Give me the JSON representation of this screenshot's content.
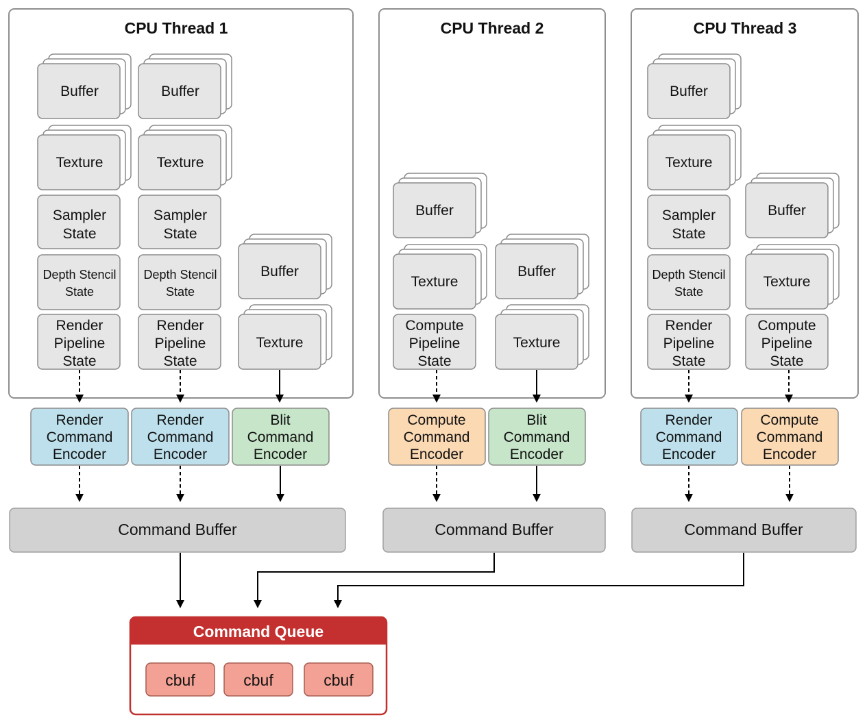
{
  "threads": [
    {
      "title": "CPU Thread 1"
    },
    {
      "title": "CPU Thread 2"
    },
    {
      "title": "CPU Thread 3"
    }
  ],
  "resources": {
    "buffer": "Buffer",
    "texture": "Texture",
    "sampler_state": [
      "Sampler",
      "State"
    ],
    "depth_stencil_state": [
      "Depth Stencil",
      "State"
    ],
    "render_pipeline_state": [
      "Render",
      "Pipeline",
      "State"
    ],
    "compute_pipeline_state": [
      "Compute",
      "Pipeline",
      "State"
    ]
  },
  "encoders": {
    "render": [
      "Render",
      "Command",
      "Encoder"
    ],
    "blit": [
      "Blit",
      "Command",
      "Encoder"
    ],
    "compute": [
      "Compute",
      "Command",
      "Encoder"
    ]
  },
  "command_buffer": "Command Buffer",
  "command_queue": {
    "title": "Command Queue",
    "items": [
      "cbuf",
      "cbuf",
      "cbuf"
    ]
  },
  "colors": {
    "render_encoder": "#bde0ec",
    "blit_encoder": "#c6e5c9",
    "compute_encoder": "#fbd9b3",
    "command_buffer": "#d2d2d2",
    "queue_header": "#c4302f",
    "cbuf": "#f2a194"
  }
}
